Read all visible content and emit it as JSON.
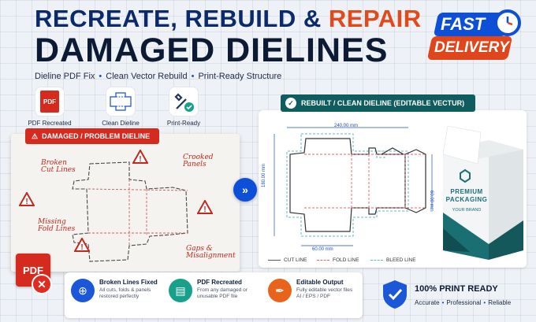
{
  "header": {
    "title_part1": "RECREATE, REBUILD &",
    "title_part2": "REPAIR",
    "title_line2": "DAMAGED DIELINES",
    "subtitle_items": [
      "Dieline PDF Fix",
      "Clean Vector Rebuild",
      "Print-Ready Structure"
    ],
    "subtitle_separator": "•"
  },
  "badge": {
    "line1": "FAST",
    "line2": "DELIVERY",
    "icon": "stopwatch-icon"
  },
  "features": [
    {
      "label": "PDF Recreated",
      "icon": "pdf-file-icon",
      "icon_text": "PDF"
    },
    {
      "label": "Clean Dieline",
      "icon": "dieline-icon"
    },
    {
      "label": "Print-Ready",
      "icon": "tools-check-icon"
    }
  ],
  "damaged": {
    "ribbon": "DAMAGED / PROBLEM DIELINE",
    "notes": {
      "broken": "Broken\nCut Lines",
      "crooked": "Crooked\nPanels",
      "missing": "Missing\nFold Lines",
      "gaps": "Gaps &\nMisalignment"
    },
    "pdf_icon_text": "PDF"
  },
  "arrow_glyph": "»",
  "rebuilt": {
    "ribbon": "REBUILT / CLEAN DIELINE (EDITABLE VECTUR)",
    "dim_width": "240.00 mm",
    "dim_height": "180.00 mm",
    "dim_right": "60.00 mm",
    "dim_bottom": "60.00 mm",
    "legend": [
      {
        "label": "CUT LINE",
        "color": "#555555",
        "style": "solid"
      },
      {
        "label": "FOLD LINE",
        "color": "#e0646b",
        "style": "dashed"
      },
      {
        "label": "BLEED LINE",
        "color": "#5fb8c0",
        "style": "dashed"
      }
    ]
  },
  "product": {
    "brand_line1": "PREMIUM",
    "brand_line2": "PACKAGING",
    "brand_sub": "YOUR BRAND"
  },
  "bottom": [
    {
      "title": "Broken Lines Fixed",
      "desc": [
        "All cuts, folds & panels",
        "restored perfectly"
      ],
      "icon": "target-icon",
      "color": "#1b57d6"
    },
    {
      "title": "PDF Recreated",
      "desc": [
        "From any damaged or",
        "unusable PDF file"
      ],
      "icon": "document-icon",
      "color": "#17a08a"
    },
    {
      "title": "Editable Output",
      "desc": [
        "Fully editable vector files",
        "AI / EPS / PDF"
      ],
      "icon": "pen-tool-icon",
      "color": "#e8641c"
    }
  ],
  "ready": {
    "title": "100% PRINT READY",
    "items": [
      "Accurate",
      "Professional",
      "Reliable"
    ],
    "icon": "shield-check-icon"
  },
  "colors": {
    "navy": "#0b2a6b",
    "orange": "#e04a1c",
    "blue": "#0d4fd6",
    "red": "#d42b1e",
    "teal": "#0f5d5e"
  }
}
